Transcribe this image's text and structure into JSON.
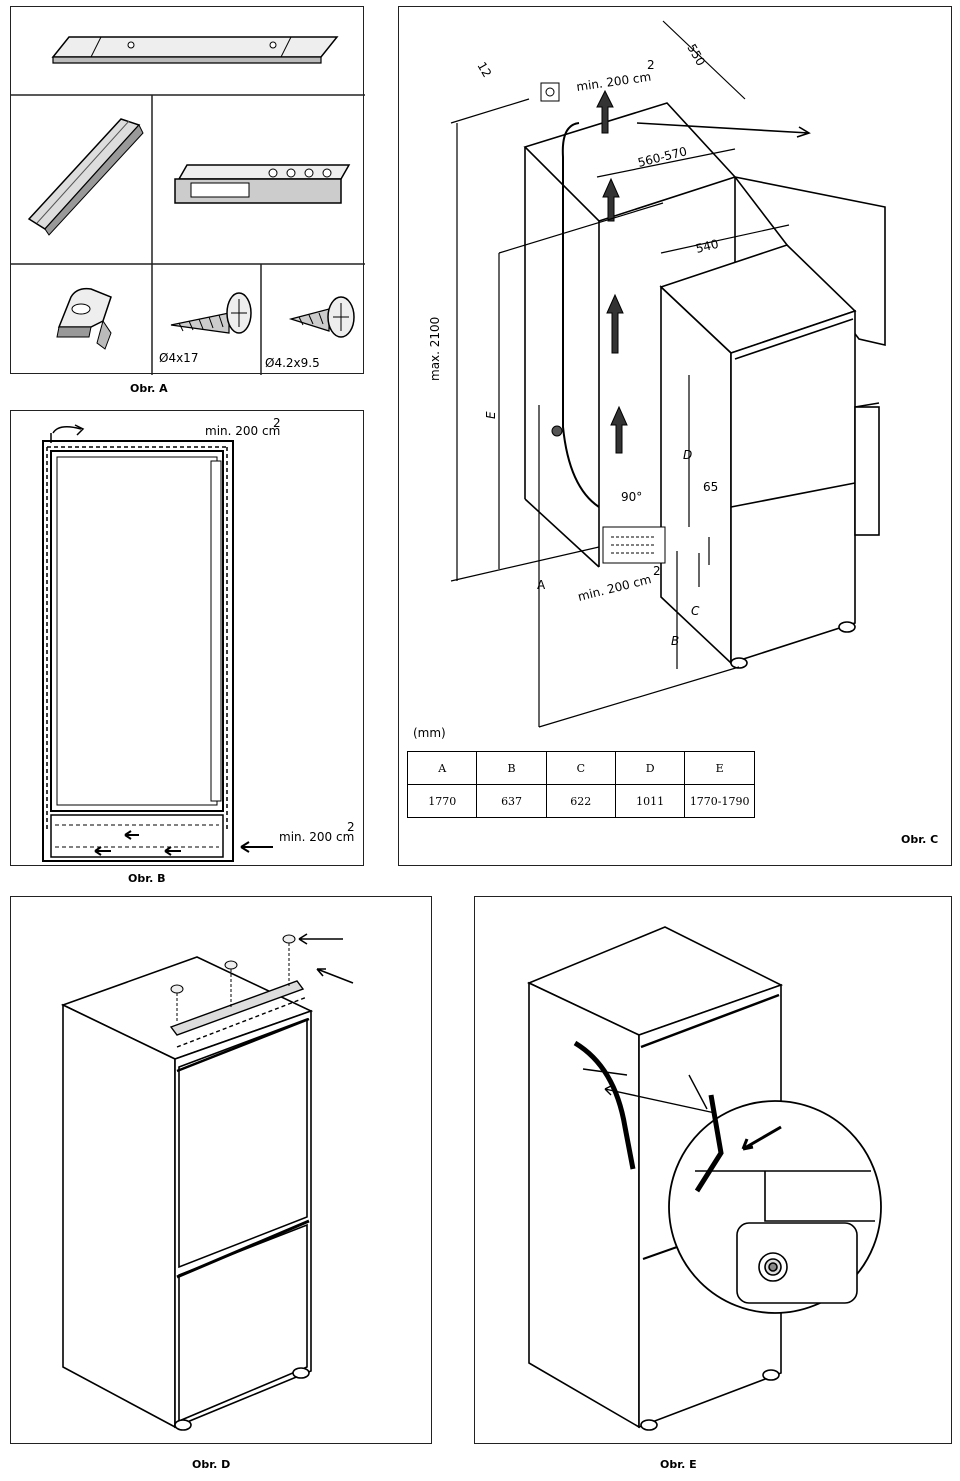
{
  "figures": {
    "a": {
      "caption": "Obr. A",
      "screw1_label": "Ø4x17",
      "screw2_label": "Ø4.2x9.5"
    },
    "b": {
      "caption": "Obr. B",
      "vent_top": "min. 200 cm",
      "vent_top_sup": "2",
      "vent_bottom": "min. 200 cm",
      "vent_bottom_sup": "2"
    },
    "c": {
      "caption": "Obr. C",
      "unit": "(mm)",
      "dim_550": "550",
      "dim_560_570": "560-570",
      "dim_540": "540",
      "dim_max2100": "max. 2100",
      "vent_top": "min. 200 cm",
      "vent_top_sup": "2",
      "vent_bottom": "min. 200 cm",
      "vent_bottom_sup": "2",
      "angle": "90°",
      "offset_65": "65",
      "offset_12": "12",
      "letters": {
        "a": "A",
        "b": "B",
        "c": "C",
        "d": "D",
        "e": "E"
      },
      "table": {
        "headers": [
          "A",
          "B",
          "C",
          "D",
          "E"
        ],
        "values": [
          "1770",
          "637",
          "622",
          "1011",
          "1770-1790"
        ]
      }
    },
    "d": {
      "caption": "Obr. D"
    },
    "e": {
      "caption": "Obr. E"
    }
  }
}
